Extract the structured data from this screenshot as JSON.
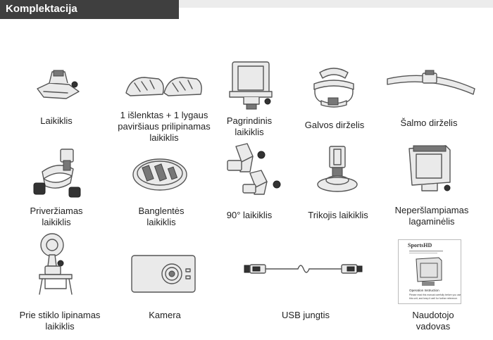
{
  "section": {
    "title": "Komplektacija"
  },
  "items": [
    {
      "label": "Laikiklis",
      "icon": "mount-buckle-icon"
    },
    {
      "label": "1 išlenktas + 1 lygaus paviršiaus prilipinamas laikiklis",
      "icon": "adhesive-mounts-icon"
    },
    {
      "label": "Pagrindinis laikiklis",
      "icon": "main-frame-mount-icon"
    },
    {
      "label": "Galvos dirželis",
      "icon": "head-strap-icon"
    },
    {
      "label": "Šalmo dirželis",
      "icon": "helmet-strap-icon"
    },
    {
      "label": "Priveržiamas laikiklis",
      "icon": "handlebar-clamp-icon"
    },
    {
      "label": "Banglentės laikiklis",
      "icon": "surfboard-mount-icon"
    },
    {
      "label": "90° laikiklis",
      "icon": "90-degree-mount-icon"
    },
    {
      "label": "Trikojis laikiklis",
      "icon": "tripod-mount-icon"
    },
    {
      "label": "Neperšlampiamas lagaminėlis",
      "icon": "waterproof-case-icon"
    },
    {
      "label": "Prie stiklo lipinamas laikiklis",
      "icon": "suction-cup-mount-icon"
    },
    {
      "label": "Kamera",
      "icon": "camera-icon"
    },
    {
      "label": "USB jungtis",
      "icon": "usb-cable-icon"
    },
    {
      "label": "Naudotojo vadovas",
      "icon": "user-manual-icon"
    }
  ],
  "manual": {
    "brand": "SportsHD",
    "line1": "Operation Instruction",
    "line2": "Please read this manual carefully before you use",
    "line3": "this unit, and keep it well for further reference."
  }
}
